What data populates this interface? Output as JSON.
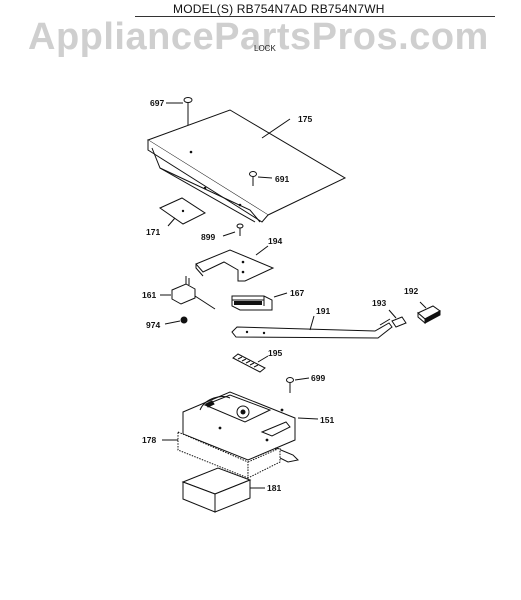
{
  "header": {
    "model_text": "MODEL(S) RB754N7AD  RB754N7WH",
    "watermark": "AppliancePartsPros.com",
    "section_title": "LOCK"
  },
  "labels": {
    "p697": "697",
    "p175": "175",
    "p691": "691",
    "p171": "171",
    "p899": "899",
    "p194": "194",
    "p161": "161",
    "p167": "167",
    "p191": "191",
    "p193": "193",
    "p192": "192",
    "p974": "974",
    "p195": "195",
    "p699": "699",
    "p151": "151",
    "p178": "178",
    "p181": "181"
  }
}
